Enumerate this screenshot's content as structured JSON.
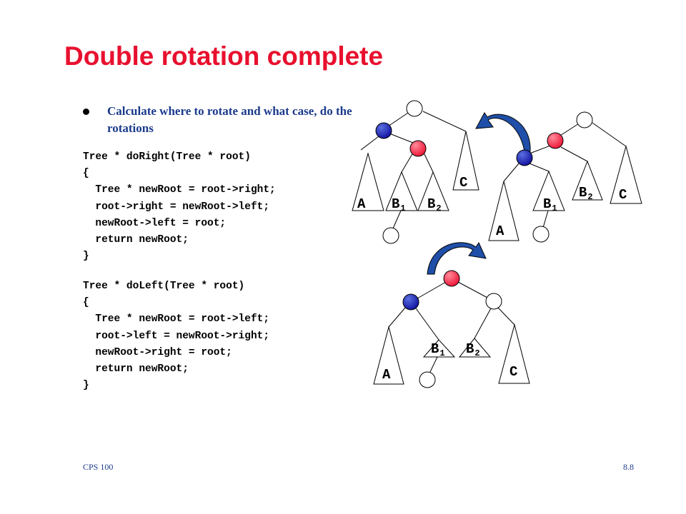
{
  "slide": {
    "title": "Double rotation complete",
    "bullet": "Calculate where to rotate and what case, do the rotations",
    "code_right": "Tree * doRight(Tree * root)\n{\n  Tree * newRoot = root->right;\n  root->right = newRoot->left;\n  newRoot->left = root;\n  return newRoot;\n}",
    "code_left": "Tree * doLeft(Tree * root)\n{\n  Tree * newRoot = root->left;\n  root->left = newRoot->right;\n  newRoot->right = root;\n  return newRoot;\n}",
    "footer_left": "CPS 100",
    "footer_right": "8.8"
  },
  "diagram": {
    "labels": {
      "a": "A",
      "b": "B",
      "c": "C",
      "sub1": "1",
      "sub2": "2"
    },
    "colors": {
      "blue_node": "#0f0f9e",
      "red_node": "#ee1133",
      "white_node": "#ffffff",
      "arrow": "#1f4fa8"
    }
  }
}
